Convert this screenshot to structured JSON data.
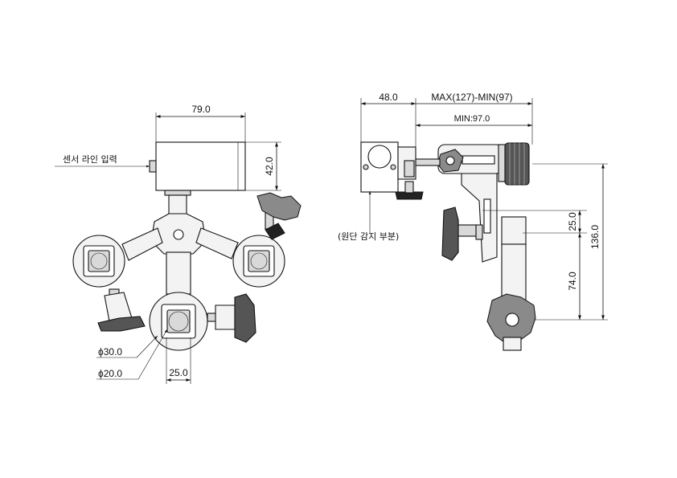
{
  "front_view": {
    "dim_width": "79.0",
    "dim_height": "42.0",
    "label_sensor_input": "센서 라인 입력",
    "dim_dia_outer": "ϕ30.0",
    "dim_dia_inner": "ϕ20.0",
    "dim_bottom": "25.0"
  },
  "side_view": {
    "dim_top_left": "48.0",
    "dim_top_right": "MAX(127)-MIN(97)",
    "dim_min": "MIN:97.0",
    "label_origin_sensing": "(원단 감지 부분)",
    "dim_25": "25.0",
    "dim_74": "74.0",
    "dim_136": "136.0"
  }
}
